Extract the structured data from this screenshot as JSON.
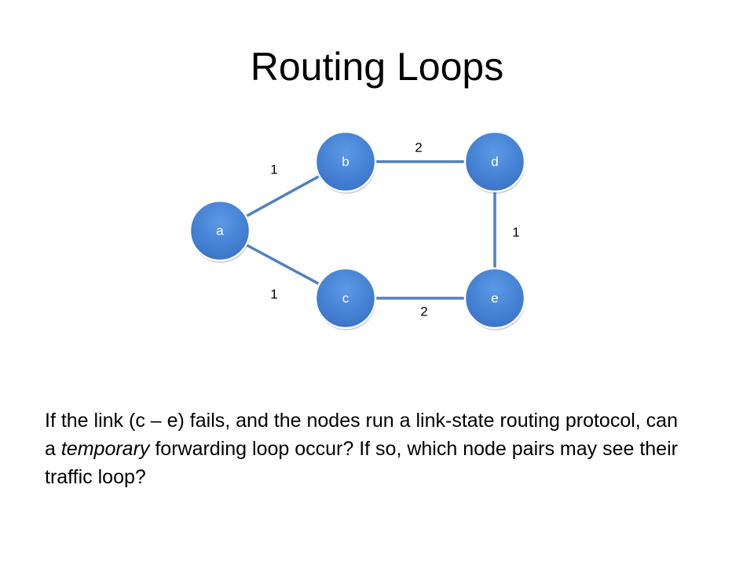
{
  "slide": {
    "title": "Routing Loops"
  },
  "graph": {
    "node_fill": "#4a86d8",
    "link_color": "#4f81bd",
    "nodes": [
      {
        "id": "a",
        "label": "a"
      },
      {
        "id": "b",
        "label": "b"
      },
      {
        "id": "c",
        "label": "c"
      },
      {
        "id": "d",
        "label": "d"
      },
      {
        "id": "e",
        "label": "e"
      }
    ],
    "links": [
      {
        "from": "a",
        "to": "b",
        "weight": "1"
      },
      {
        "from": "a",
        "to": "c",
        "weight": "1"
      },
      {
        "from": "b",
        "to": "d",
        "weight": "2"
      },
      {
        "from": "d",
        "to": "e",
        "weight": "1"
      },
      {
        "from": "c",
        "to": "e",
        "weight": "2"
      }
    ]
  },
  "question": {
    "part1": "If the link (c – e) fails, and the nodes run a link-state routing protocol, can a ",
    "emphasis": "temporary",
    "part2": " forwarding loop occur? If so, which node pairs may see their traffic loop?"
  }
}
